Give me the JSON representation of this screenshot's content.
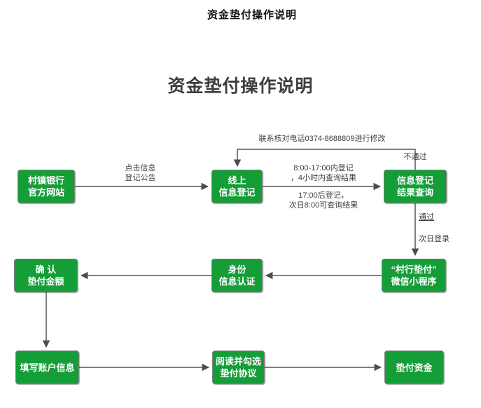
{
  "page": {
    "header_title": "资金垫付操作说明",
    "main_title": "资金垫付操作说明"
  },
  "colors": {
    "node_fill": "#159d38",
    "node_border": "#808080",
    "connector": "#555555",
    "label_text": "#3f3f3f",
    "title_color": "#3d3d3d"
  },
  "flowchart": {
    "nodes": [
      {
        "id": "bank-website",
        "text": "村镇银行\n官方网站"
      },
      {
        "id": "online-registration",
        "text": "线上\n信息登记"
      },
      {
        "id": "registration-result",
        "text": "信息登记\n结果查询"
      },
      {
        "id": "wechat-miniprogram",
        "text": "“村行垫付”\n微信小程序"
      },
      {
        "id": "identity-verification",
        "text": "身份\n信息认证"
      },
      {
        "id": "confirm-amount",
        "text": "确 认\n垫付金额"
      },
      {
        "id": "fill-account",
        "text": "填写账户信息"
      },
      {
        "id": "read-agreement",
        "text": "阅读并勾选\n垫付协议"
      },
      {
        "id": "advance-funds",
        "text": "垫付资金"
      }
    ],
    "edge_labels": {
      "click_notice": "点击信息\n登记公告",
      "register_daytime": "8:00-17:00内登记\n，4小时内查询结果",
      "register_evening": "17:00后登记，\n次日8:00可查询结果",
      "contact_phone": "联系核对电话0374-8688809进行修改",
      "fail": "不通过",
      "pass": "通过",
      "next_day_login": "次日登录"
    }
  }
}
